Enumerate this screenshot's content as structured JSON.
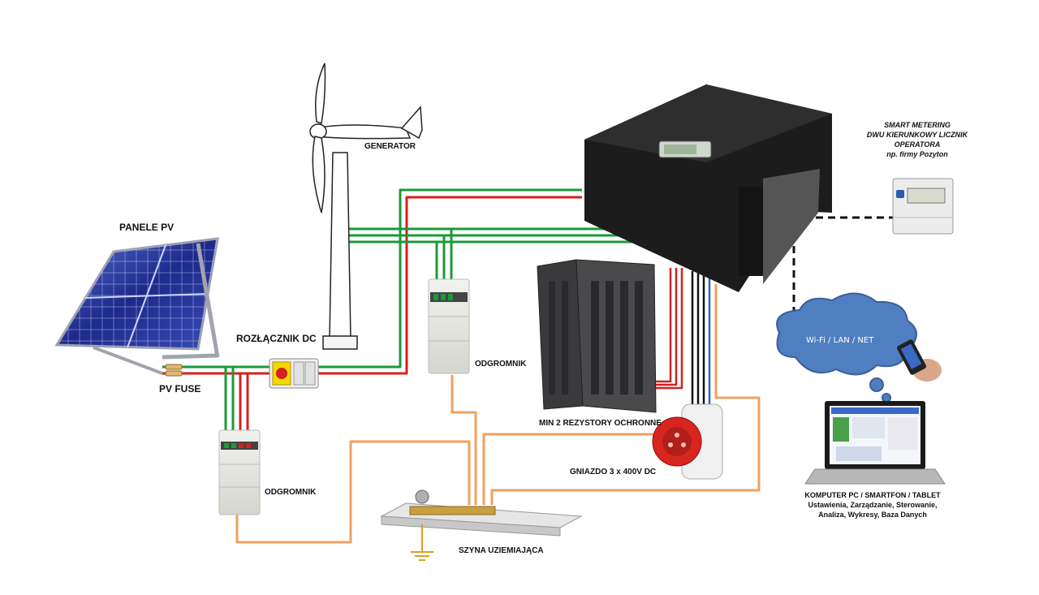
{
  "labels": {
    "panele_pv": "PANELE PV",
    "generator": "GENERATOR",
    "rozlacznik_dc": "ROZŁĄCZNIK DC",
    "pv_fuse": "PV FUSE",
    "odgromnik_1": "ODGROMNIK",
    "odgromnik_2": "ODGROMNIK",
    "rezystory": "MIN 2 REZYSTORY OCHRONNE",
    "gniazdo": "GNIAZDO 3 x 400V DC",
    "szyna": "SZYNA UZIEMIAJĄCA",
    "cloud": "Wi-Fi / LAN / NET"
  },
  "smart_metering": {
    "line1": "SMART METERING",
    "line2": "DWU KIERUNKOWY LICZNIK",
    "line3": "OPERATORA",
    "line4": "np. firmy Pozyton"
  },
  "computer": {
    "line1": "KOMPUTER PC / SMARTFON / TABLET",
    "line2": "Ustawienia, Zarządzanie, Sterowanie,",
    "line3": "Analiza, Wykresy, Baza Danych"
  },
  "colors": {
    "wire_green": "#1a9a3a",
    "wire_red": "#d42020",
    "wire_orange": "#f0a060",
    "wire_black": "#111111",
    "wire_blue": "#3060c0",
    "cloud": "#4f7fc0",
    "controller": "#1c1c1c",
    "socket_red": "#d8261e"
  }
}
